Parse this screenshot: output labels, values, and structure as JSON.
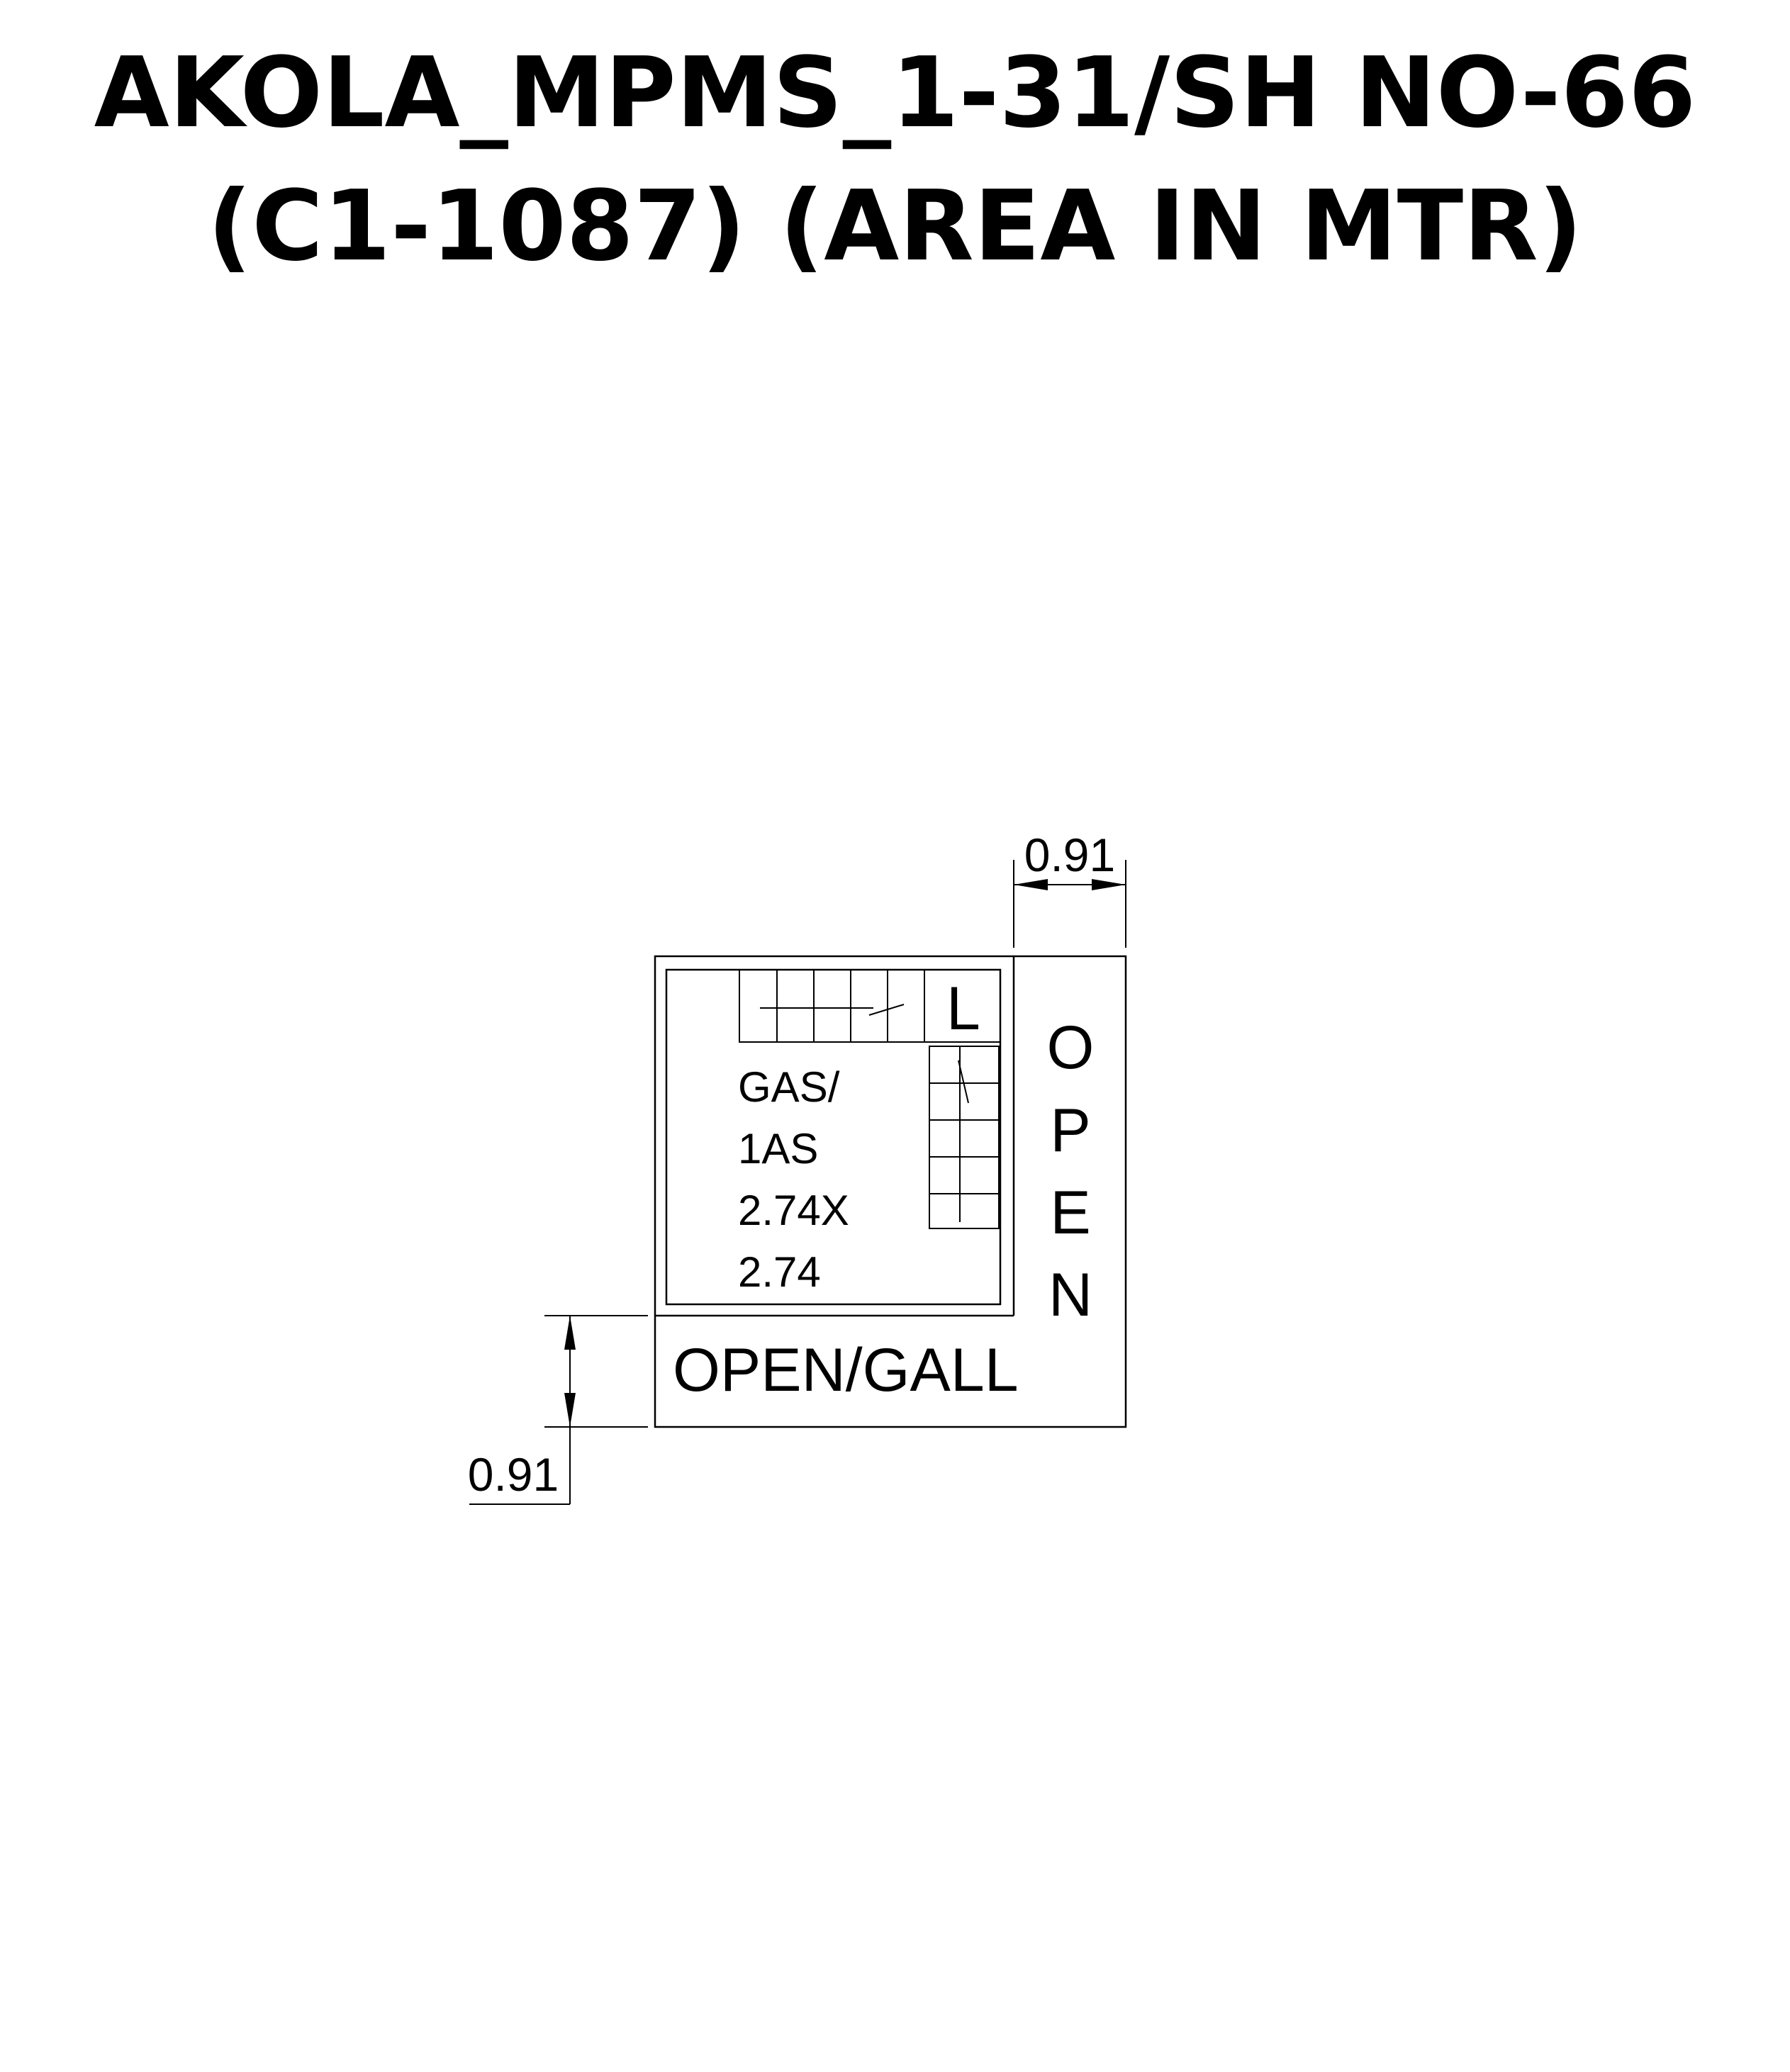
{
  "title": {
    "line1": "AKOLA_MPMS_1-31/SH NO-66",
    "line2": "(C1-1087) (AREA IN MTR)"
  },
  "plan": {
    "room_label_lines": [
      "GAS/",
      "1AS",
      "2.74X",
      "2.74"
    ],
    "stair_label": "L",
    "open_side_label": [
      "O",
      "P",
      "E",
      "N"
    ],
    "open_gallery_label": "OPEN/GALL",
    "dimension_top": "0.91",
    "dimension_left": "0.91"
  },
  "colors": {
    "ink": "#000000",
    "background": "#ffffff"
  }
}
